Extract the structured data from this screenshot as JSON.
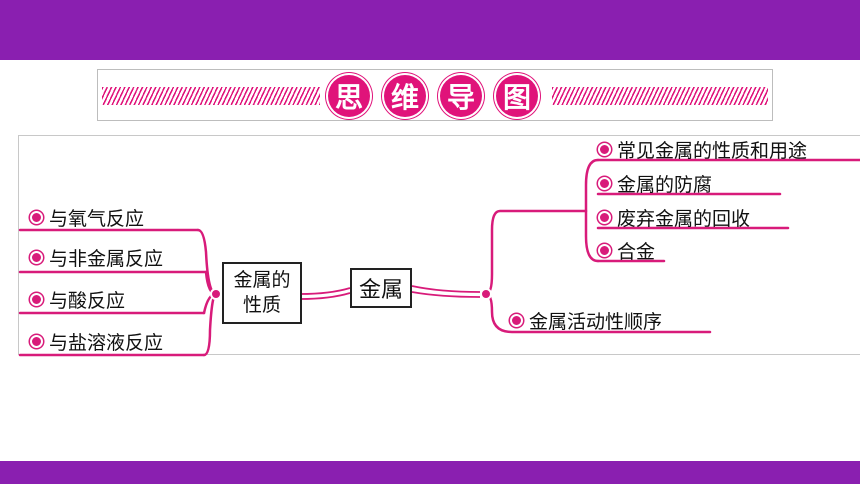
{
  "title": {
    "chars": [
      "思",
      "维",
      "导",
      "图"
    ]
  },
  "center": {
    "label": "金属"
  },
  "left_hub": {
    "line1": "金属的",
    "line2": "性质"
  },
  "left_branches": [
    "与氧气反应",
    "与非金属反应",
    "与酸反应",
    "与盐溶液反应"
  ],
  "right_branches": [
    "常见金属的性质和用途",
    "金属的防腐",
    "废弃金属的回收",
    "合金"
  ],
  "right_lower": "金属活动性顺序",
  "colors": {
    "frame": "#8a1fb0",
    "accent": "#e0137a",
    "dot": "#d81b7a"
  }
}
